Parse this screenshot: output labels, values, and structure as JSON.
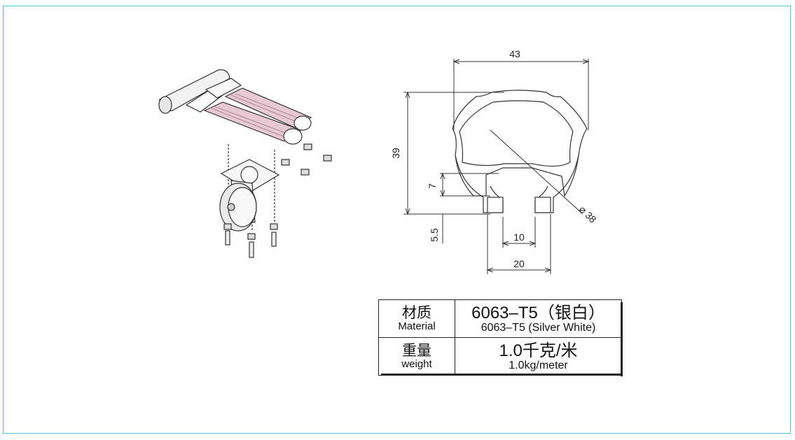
{
  "dimensions": {
    "width": "43",
    "height": "39",
    "slot_depth": "7",
    "lip": "5.5",
    "slot_width": "10",
    "neck_width": "20",
    "diameter": "38"
  },
  "spec_table": {
    "material": {
      "label_cn": "材质",
      "label_en": "Material",
      "value_cn": "6063–T5（银白）",
      "value_en": "6063–T5 (Silver White)"
    },
    "weight": {
      "label_cn": "重量",
      "label_en": "weight",
      "value_cn": "1.0千克/米",
      "value_en": "1.0kg/meter"
    }
  },
  "colors": {
    "frame": "#4fc3d9",
    "tube_highlight": "#e7c9d3",
    "line": "#222222"
  }
}
